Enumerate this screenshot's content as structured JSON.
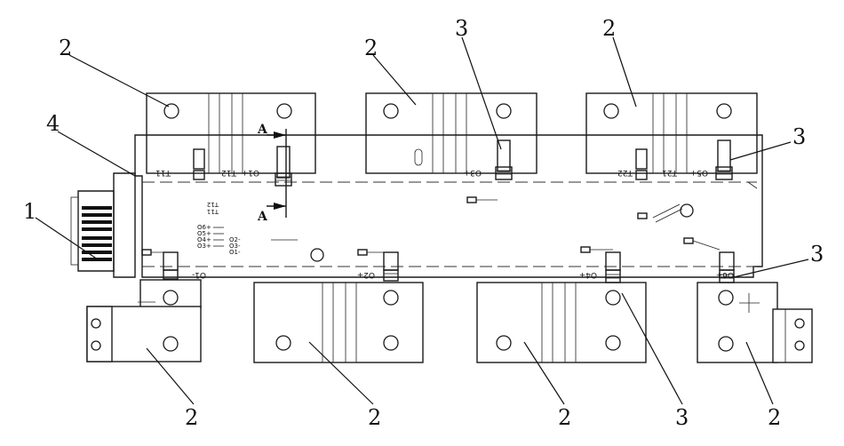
{
  "callouts": {
    "c2_tl": "2",
    "c2_tm": "2",
    "c2_tr": "2",
    "c3_tm": "3",
    "c3_r1": "3",
    "c3_r2": "3",
    "c3_b": "3",
    "c4": "4",
    "c1": "1",
    "c2_b1": "2",
    "c2_b2": "2",
    "c2_b3": "2",
    "c2_b4": "2"
  },
  "section": {
    "a_top": "A",
    "a_bottom": "A"
  },
  "labels": {
    "t11": "T11",
    "t12": "T12",
    "o1p": "O1+",
    "o3p": "O3+",
    "t22": "T22",
    "t21": "T21",
    "o5p": "O5+",
    "o1m": "O1-",
    "o2p": "O2+",
    "o4p": "O4+",
    "o6p": "O6+",
    "t12b": "T12",
    "t11b": "T11"
  },
  "pin_labels_left": [
    "O6+",
    "O5+",
    "O4+",
    "O3+"
  ],
  "pin_labels_right": [
    "O2-",
    "O3-",
    "O1-"
  ]
}
